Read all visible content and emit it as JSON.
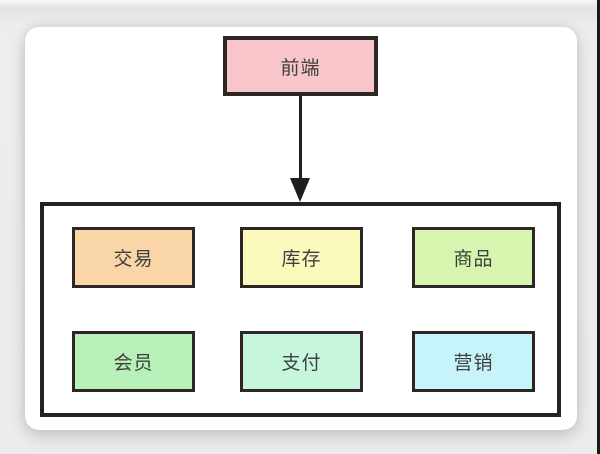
{
  "page": {
    "background": "#ececec",
    "card_background": "#ffffff",
    "border_color": "#2d2624",
    "arrow_color": "#1e1e1e",
    "text_color": "#3f3f3f"
  },
  "diagram": {
    "frontend": {
      "label": "前端",
      "bg": "#f8c6ca"
    },
    "modules": [
      {
        "label": "交易",
        "bg": "#f9d5a8"
      },
      {
        "label": "库存",
        "bg": "#fafabd"
      },
      {
        "label": "商品",
        "bg": "#d6f6b0"
      },
      {
        "label": "会员",
        "bg": "#b7f0b9"
      },
      {
        "label": "支付",
        "bg": "#c7f6de"
      },
      {
        "label": "营销",
        "bg": "#c7f3fa"
      }
    ]
  }
}
